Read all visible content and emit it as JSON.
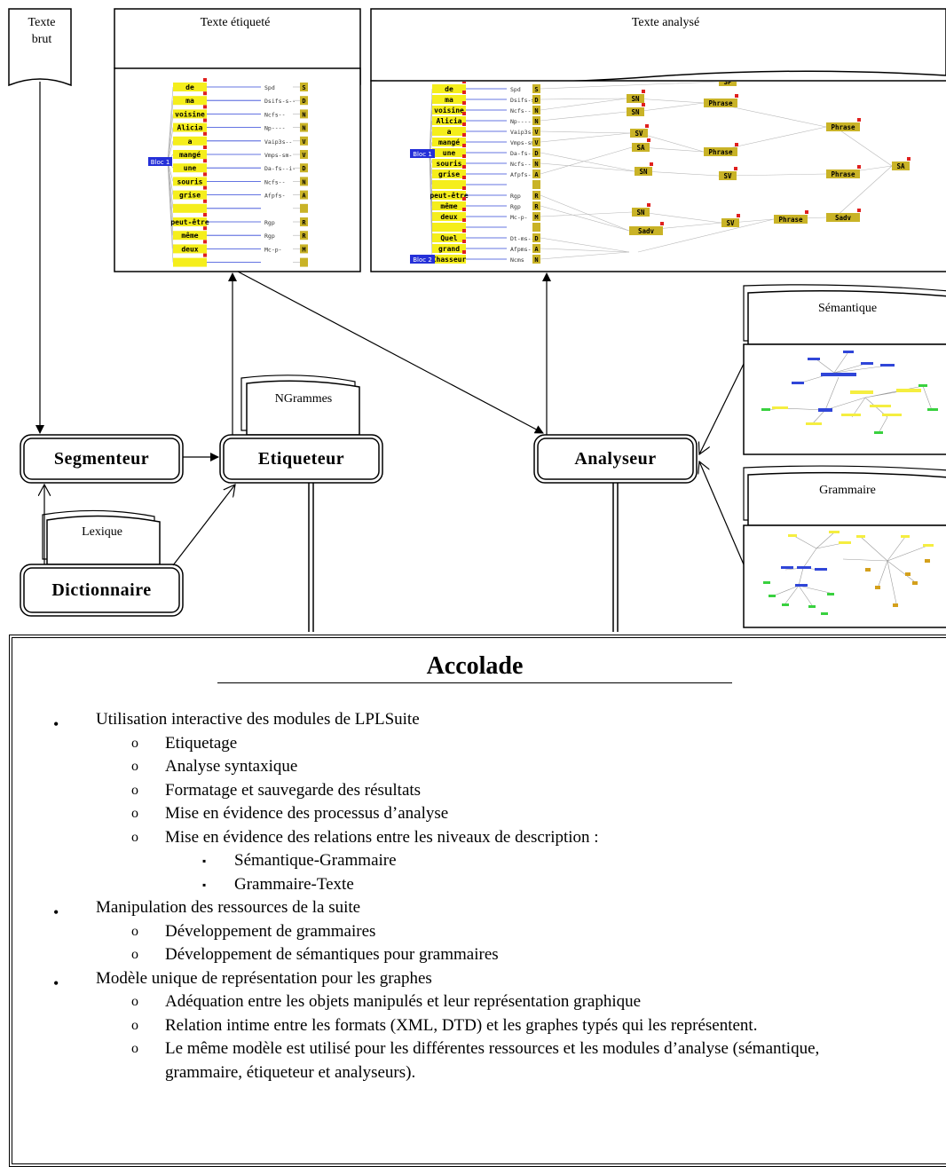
{
  "docs": {
    "texte_brut": "Texte brut",
    "texte_etiquete": "Texte étiqueté",
    "texte_analyse": "Texte analysé",
    "ngrammes": "NGrammes",
    "lexique": "Lexique",
    "semantique": "Sémantique",
    "grammaire": "Grammaire"
  },
  "modules": {
    "segmenteur": "Segmenteur",
    "etiqueteur": "Etiqueteur",
    "analyseur": "Analyseur",
    "dictionnaire": "Dictionnaire"
  },
  "tagged_tree": {
    "root": "Bloc 1",
    "words": [
      "de",
      "ma",
      "voisine",
      "Alicia",
      "a",
      "mangé",
      "une",
      "souris",
      "grise",
      "",
      "peut-être",
      "même",
      "deux",
      ""
    ],
    "tags": [
      "Spd",
      "Dsifs-s--",
      "Ncfs--",
      "Np----",
      "Vaip3s--",
      "Vmps-sm-",
      "Da-fs--i-",
      "Ncfs--",
      "Afpfs-",
      "",
      "Rgp",
      "Rgp",
      "Mc-p-",
      ""
    ],
    "cats": [
      "S",
      "D",
      "N",
      "N",
      "V",
      "V",
      "D",
      "N",
      "A",
      "",
      "R",
      "R",
      "M",
      ""
    ]
  },
  "parsed_tree": {
    "roots": [
      "Bloc 1",
      "Bloc 2"
    ],
    "words": [
      "de",
      "ma",
      "voisine",
      "Alicia",
      "a",
      "mangé",
      "une",
      "souris",
      "grise",
      "",
      "peut-être",
      "même",
      "deux",
      "",
      "Quel",
      "grand",
      "Chasseur"
    ],
    "tags": [
      "Spd",
      "Dsifs-s--",
      "Ncfs--",
      "Np----",
      "Vaip3s--",
      "Vmps-sm-",
      "Da-fs--i-",
      "Ncfs--",
      "Afpfs-",
      "",
      "Rgp",
      "Rgp",
      "Mc-p-",
      "",
      "Dt-ms----",
      "Afpms-",
      "Ncms"
    ],
    "cats": [
      "S",
      "D",
      "N",
      "N",
      "V",
      "V",
      "D",
      "N",
      "A",
      "",
      "R",
      "R",
      "M",
      "",
      "D",
      "A",
      "N"
    ],
    "phrases": [
      "SP",
      "SN",
      "SN",
      "Phrase",
      "SV",
      "SA",
      "Phrase",
      "SN",
      "SV",
      "Phrase",
      "Phrase",
      "SA",
      "SN",
      "SV",
      "Phrase",
      "Sadv",
      "Sadv"
    ]
  },
  "accolade": {
    "title": "Accolade",
    "items": [
      {
        "text": "Utilisation interactive des modules de LPLSuite",
        "sub": [
          {
            "text": "Etiquetage",
            "sub": []
          },
          {
            "text": "Analyse syntaxique",
            "sub": []
          },
          {
            "text": "Formatage et sauvegarde des résultats",
            "sub": []
          },
          {
            "text": "Mise en évidence des processus d’analyse",
            "sub": []
          },
          {
            "text": "Mise en évidence des relations entre les niveaux de description :",
            "sub": [
              "Sémantique-Grammaire",
              "Grammaire-Texte"
            ]
          }
        ]
      },
      {
        "text": "Manipulation des ressources de la suite",
        "sub": [
          {
            "text": "Développement de grammaires",
            "sub": []
          },
          {
            "text": "Développement de sémantiques pour grammaires",
            "sub": []
          }
        ]
      },
      {
        "text": "Modèle unique de représentation pour les graphes",
        "sub": [
          {
            "text": "Adéquation entre les objets manipulés et leur représentation graphique",
            "sub": []
          },
          {
            "text": "Relation intime entre les formats (XML, DTD) et les graphes typés qui les représentent.",
            "sub": []
          },
          {
            "text": "Le même modèle est utilisé pour les différentes ressources et les modules d’analyse (sémantique, grammaire, étiqueteur et analyseurs).",
            "sub": []
          }
        ]
      }
    ]
  }
}
